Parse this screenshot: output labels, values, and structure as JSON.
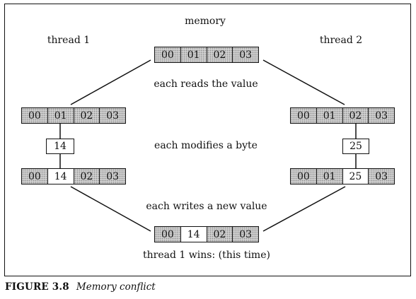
{
  "diagram": {
    "memory_label": "memory",
    "thread1_label": "thread 1",
    "thread2_label": "thread 2",
    "read_step": "each reads the value",
    "modify_step": "each modifies a byte",
    "write_step": "each writes a new value",
    "outcome": "thread 1 wins: (this time)",
    "memory_before": [
      "00",
      "01",
      "02",
      "03"
    ],
    "thread1_read": [
      "00",
      "01",
      "02",
      "03"
    ],
    "thread1_modified_byte": "14",
    "thread1_after": [
      "00",
      "14",
      "02",
      "03"
    ],
    "thread2_read": [
      "00",
      "01",
      "02",
      "03"
    ],
    "thread2_modified_byte": "25",
    "thread2_after": [
      "00",
      "01",
      "25",
      "03"
    ],
    "memory_after": [
      "00",
      "14",
      "02",
      "03"
    ]
  },
  "caption": {
    "label": "FIGURE 3.8",
    "title": "Memory conflict"
  }
}
